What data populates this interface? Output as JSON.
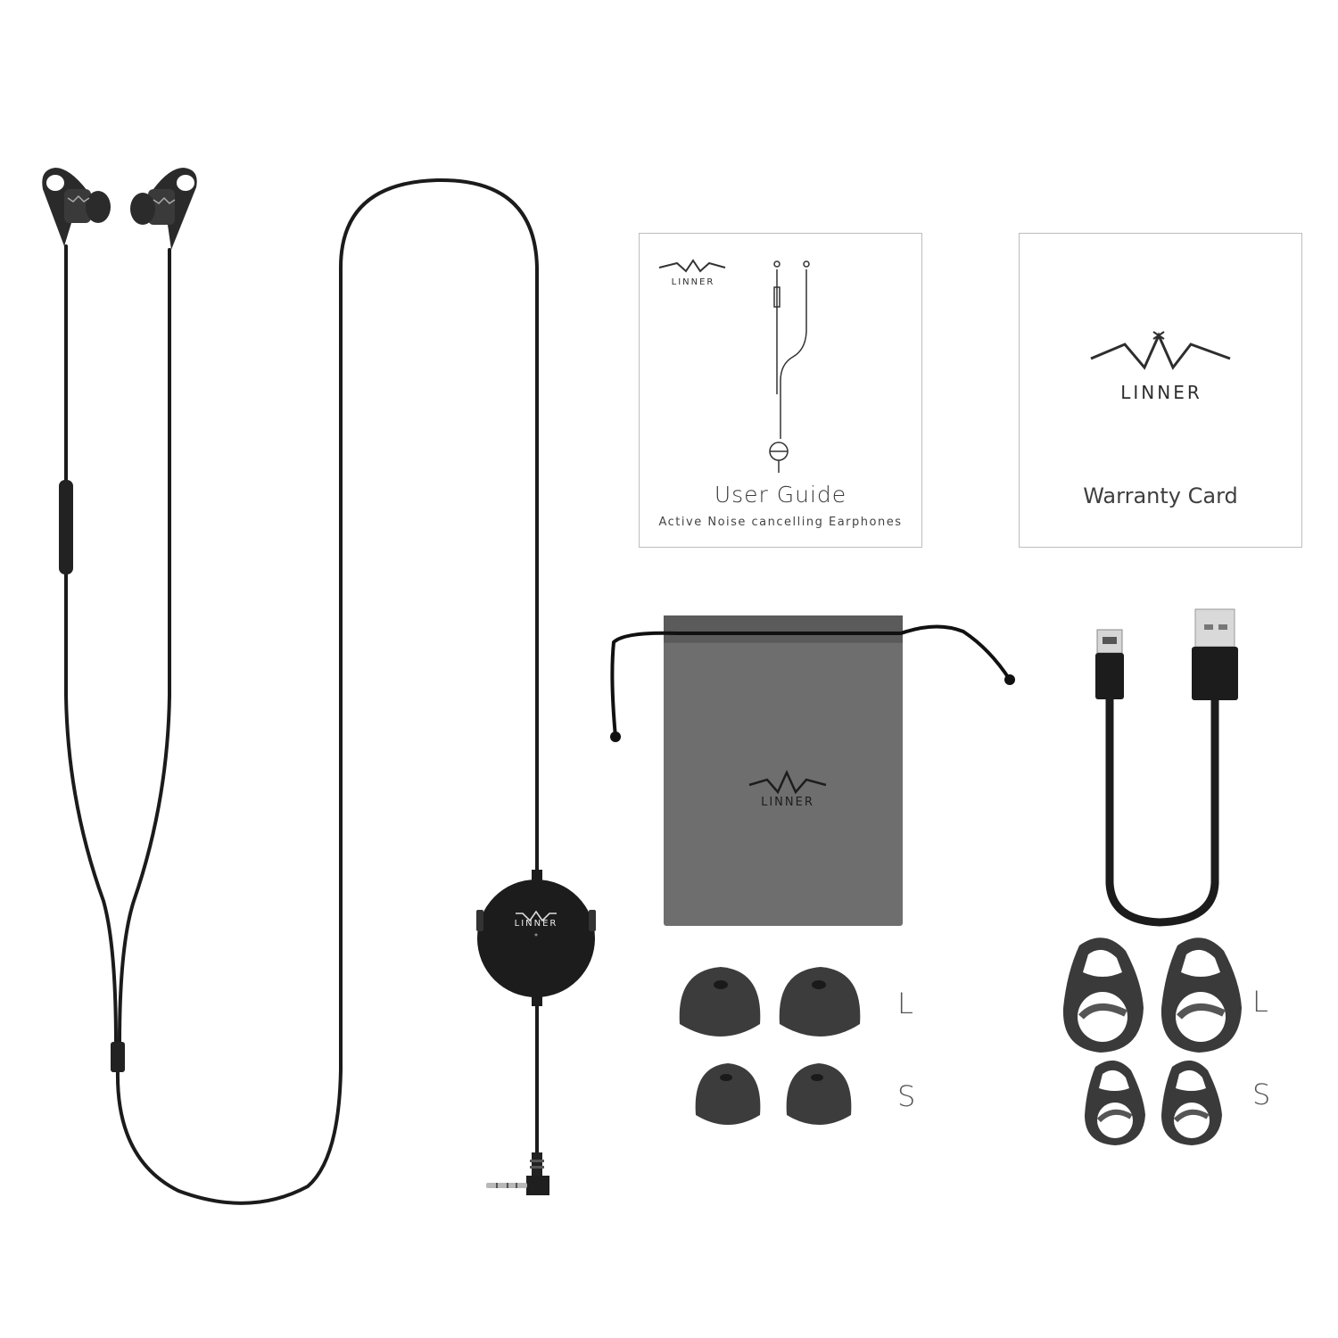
{
  "brand": {
    "name": "LINNER"
  },
  "user_guide": {
    "title": "User Guide",
    "subtitle": "Active Noise cancelling Earphones"
  },
  "warranty_card": {
    "title": "Warranty Card"
  },
  "pouch": {
    "brand": "LINNER"
  },
  "control_box": {
    "brand": "LINNER"
  },
  "ear_tips": {
    "large_label": "L",
    "small_label": "S"
  },
  "ear_hooks": {
    "large_label": "L",
    "small_label": "S"
  },
  "colors": {
    "cable": "#1b1b1b",
    "pouch": "#6b6b6b",
    "tips": "#3a3a3a",
    "card_border": "#bdbdbd"
  },
  "icons": [
    "earphones",
    "control-box",
    "audio-jack",
    "user-guide-booklet",
    "warranty-card",
    "drawstring-pouch",
    "micro-usb-cable",
    "ear-tips",
    "ear-hooks"
  ]
}
